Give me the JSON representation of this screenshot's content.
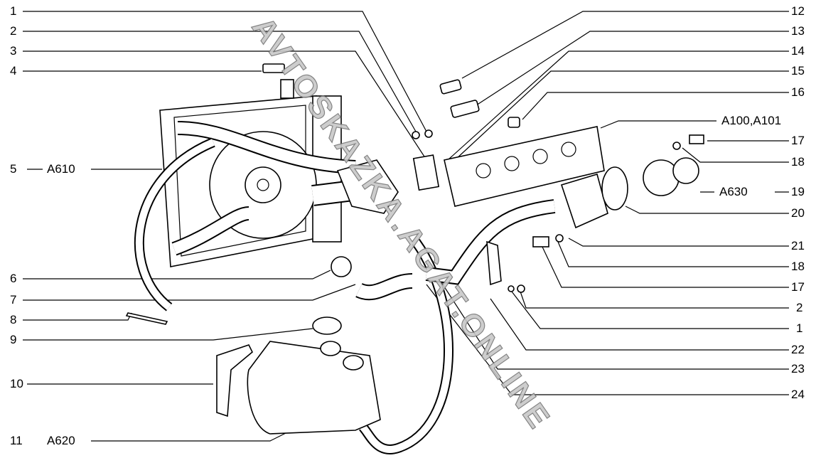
{
  "watermark": "AVTOSKAZKA.AGAT.ONLINE",
  "left_labels": [
    {
      "num": "1",
      "ref": ""
    },
    {
      "num": "2",
      "ref": ""
    },
    {
      "num": "3",
      "ref": ""
    },
    {
      "num": "4",
      "ref": ""
    },
    {
      "num": "5",
      "ref": "A610"
    },
    {
      "num": "6",
      "ref": ""
    },
    {
      "num": "7",
      "ref": ""
    },
    {
      "num": "8",
      "ref": ""
    },
    {
      "num": "9",
      "ref": ""
    },
    {
      "num": "10",
      "ref": ""
    },
    {
      "num": "11",
      "ref": "A620"
    }
  ],
  "right_labels": [
    {
      "num": "12",
      "ref": ""
    },
    {
      "num": "13",
      "ref": ""
    },
    {
      "num": "14",
      "ref": ""
    },
    {
      "num": "15",
      "ref": ""
    },
    {
      "num": "16",
      "ref": ""
    },
    {
      "num": "",
      "ref": "A100,A101"
    },
    {
      "num": "17",
      "ref": ""
    },
    {
      "num": "18",
      "ref": ""
    },
    {
      "num": "19",
      "ref": "A630"
    },
    {
      "num": "20",
      "ref": ""
    },
    {
      "num": "21",
      "ref": ""
    },
    {
      "num": "18",
      "ref": ""
    },
    {
      "num": "17",
      "ref": ""
    },
    {
      "num": "2",
      "ref": ""
    },
    {
      "num": "1",
      "ref": ""
    },
    {
      "num": "22",
      "ref": ""
    },
    {
      "num": "23",
      "ref": ""
    },
    {
      "num": "24",
      "ref": ""
    }
  ]
}
